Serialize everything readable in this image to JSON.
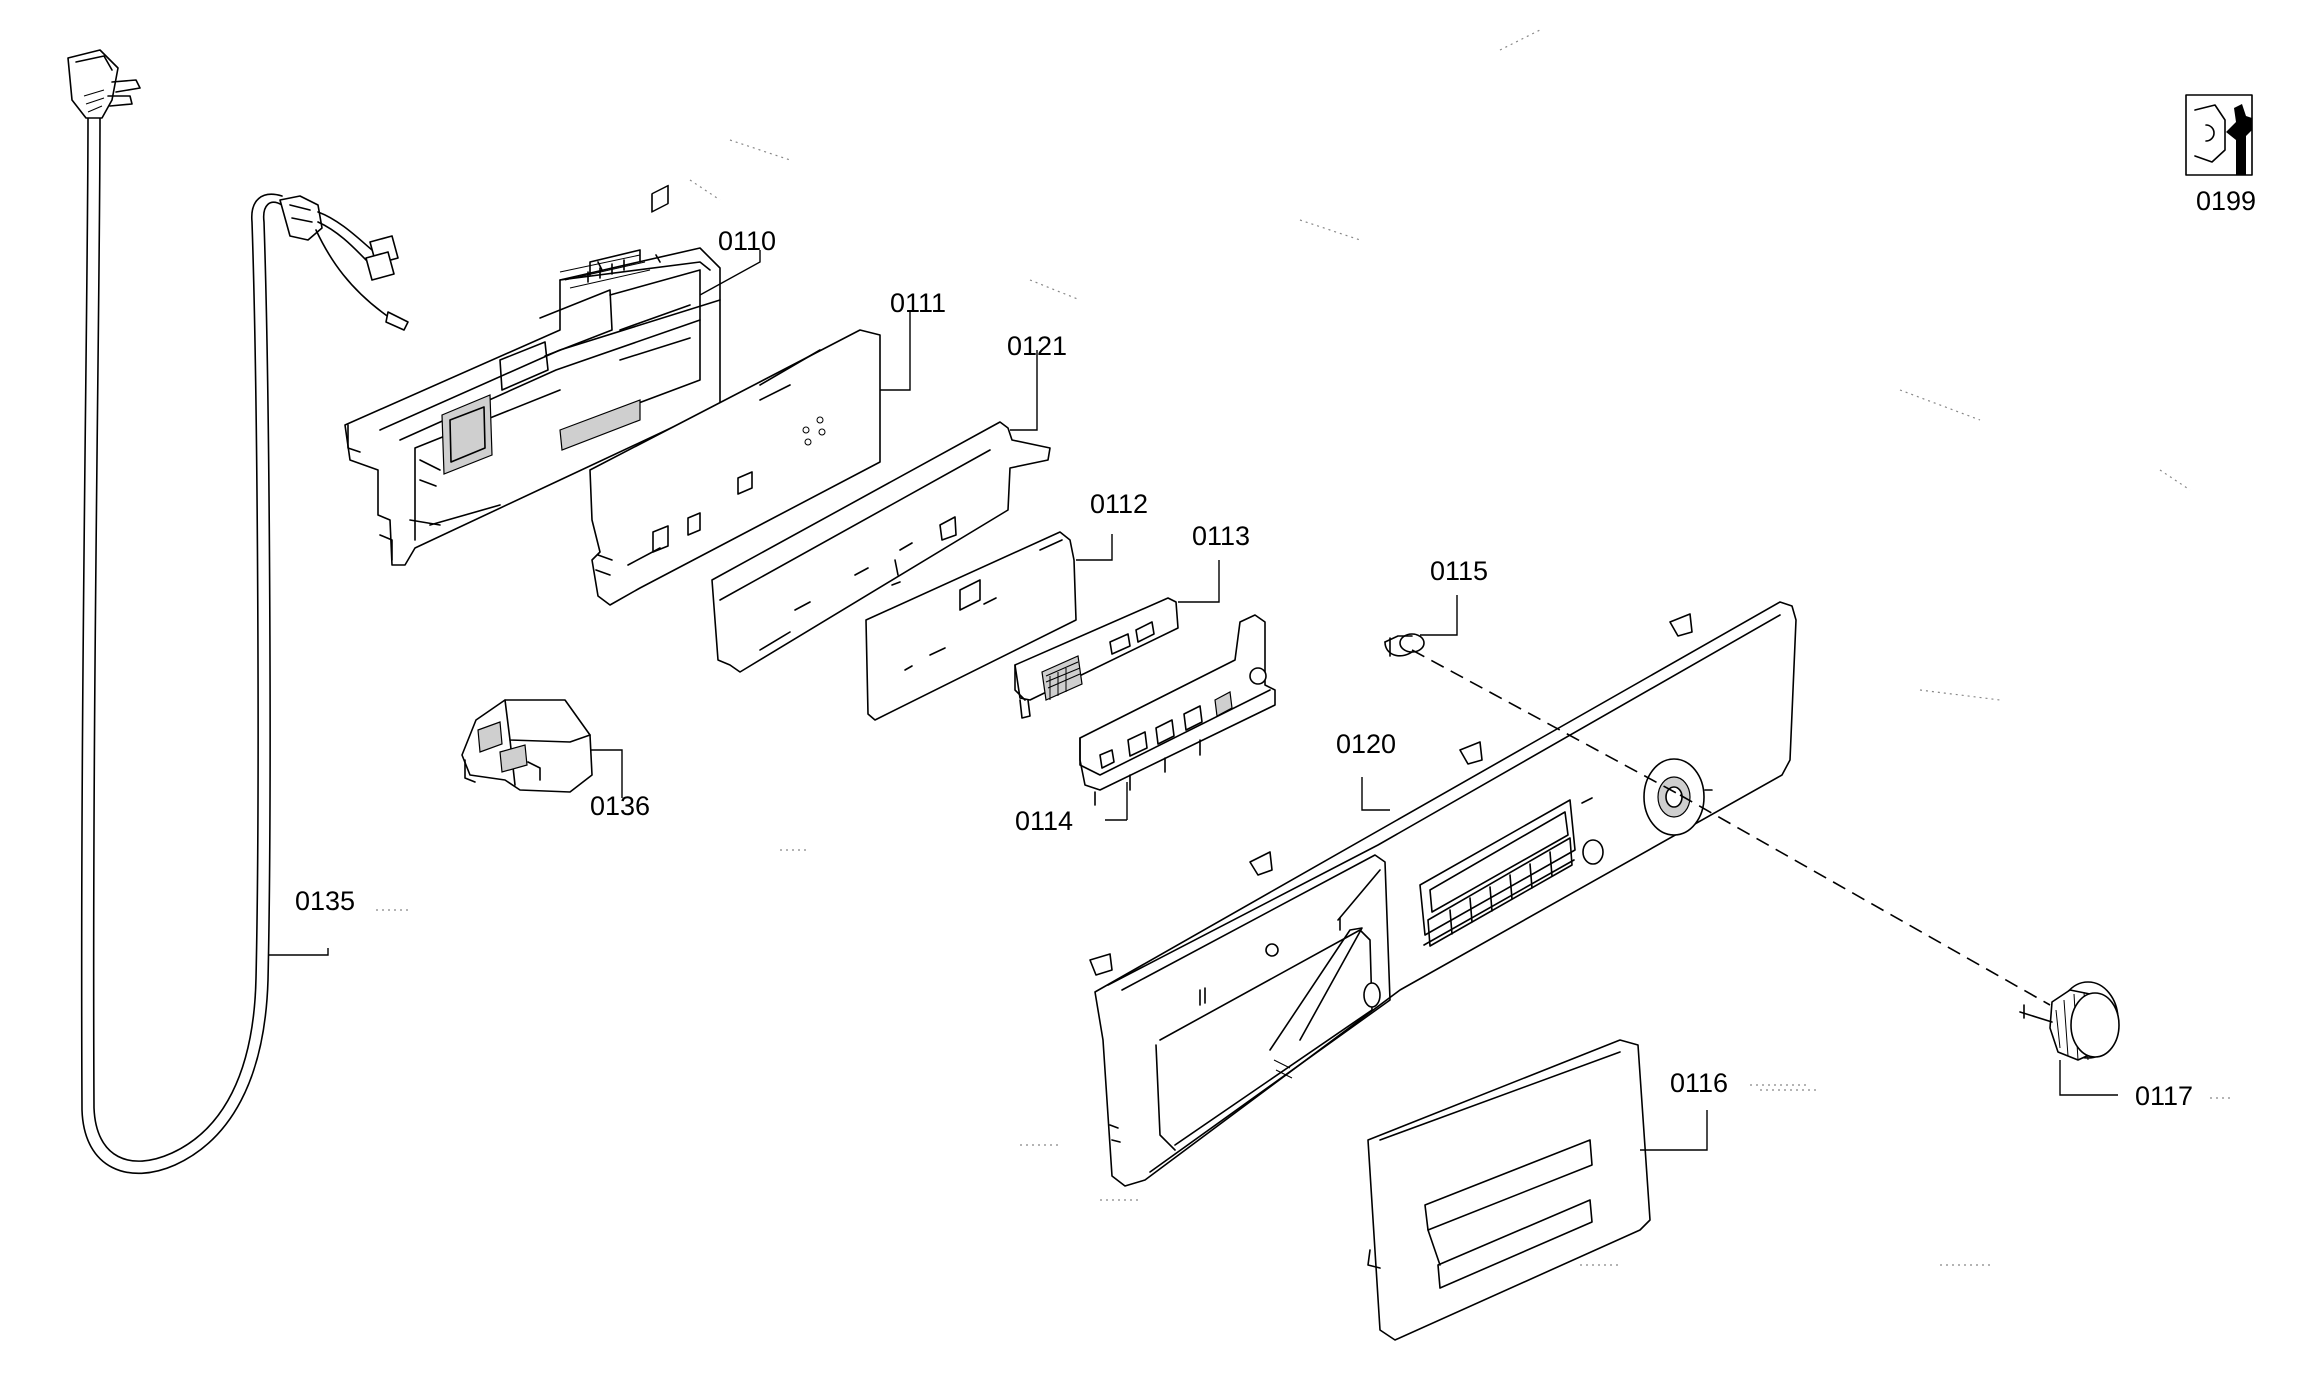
{
  "labels": {
    "p0110": "0110",
    "p0111": "0111",
    "p0121": "0121",
    "p0112": "0112",
    "p0113": "0113",
    "p0114": "0114",
    "p0115": "0115",
    "p0120": "0120",
    "p0116": "0116",
    "p0117": "0117",
    "p0135": "0135",
    "p0136": "0136",
    "p0199": "0199"
  },
  "icons": {
    "service_tool": "wrench-nut-icon"
  },
  "colors": {
    "line": "#000000",
    "background": "#ffffff"
  }
}
